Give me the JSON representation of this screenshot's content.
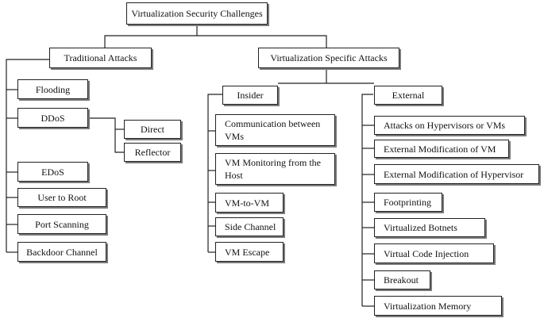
{
  "root": "Virtualization Security Challenges",
  "traditional": {
    "title": "Traditional Attacks",
    "items": {
      "flooding": "Flooding",
      "ddos": "DDoS",
      "direct": "Direct",
      "reflector": "Reflector",
      "edos": "EDoS",
      "user_to_root": "User to Root",
      "port_scanning": "Port Scanning",
      "backdoor_channel": "Backdoor Channel"
    }
  },
  "virtualization_specific": {
    "title": "Virtualization Specific Attacks",
    "insider": {
      "title": "Insider",
      "items": [
        "Communication between VMs",
        "VM Monitoring from the Host",
        "VM-to-VM",
        "Side Channel",
        "VM Escape"
      ]
    },
    "external": {
      "title": "External",
      "items": [
        "Attacks on Hypervisors or VMs",
        "External Modification of VM",
        "External Modification of Hypervisor",
        "Footprinting",
        "Virtualized Botnets",
        "Virtual Code Injection",
        "Breakout",
        "Virtualization Memory"
      ]
    }
  }
}
